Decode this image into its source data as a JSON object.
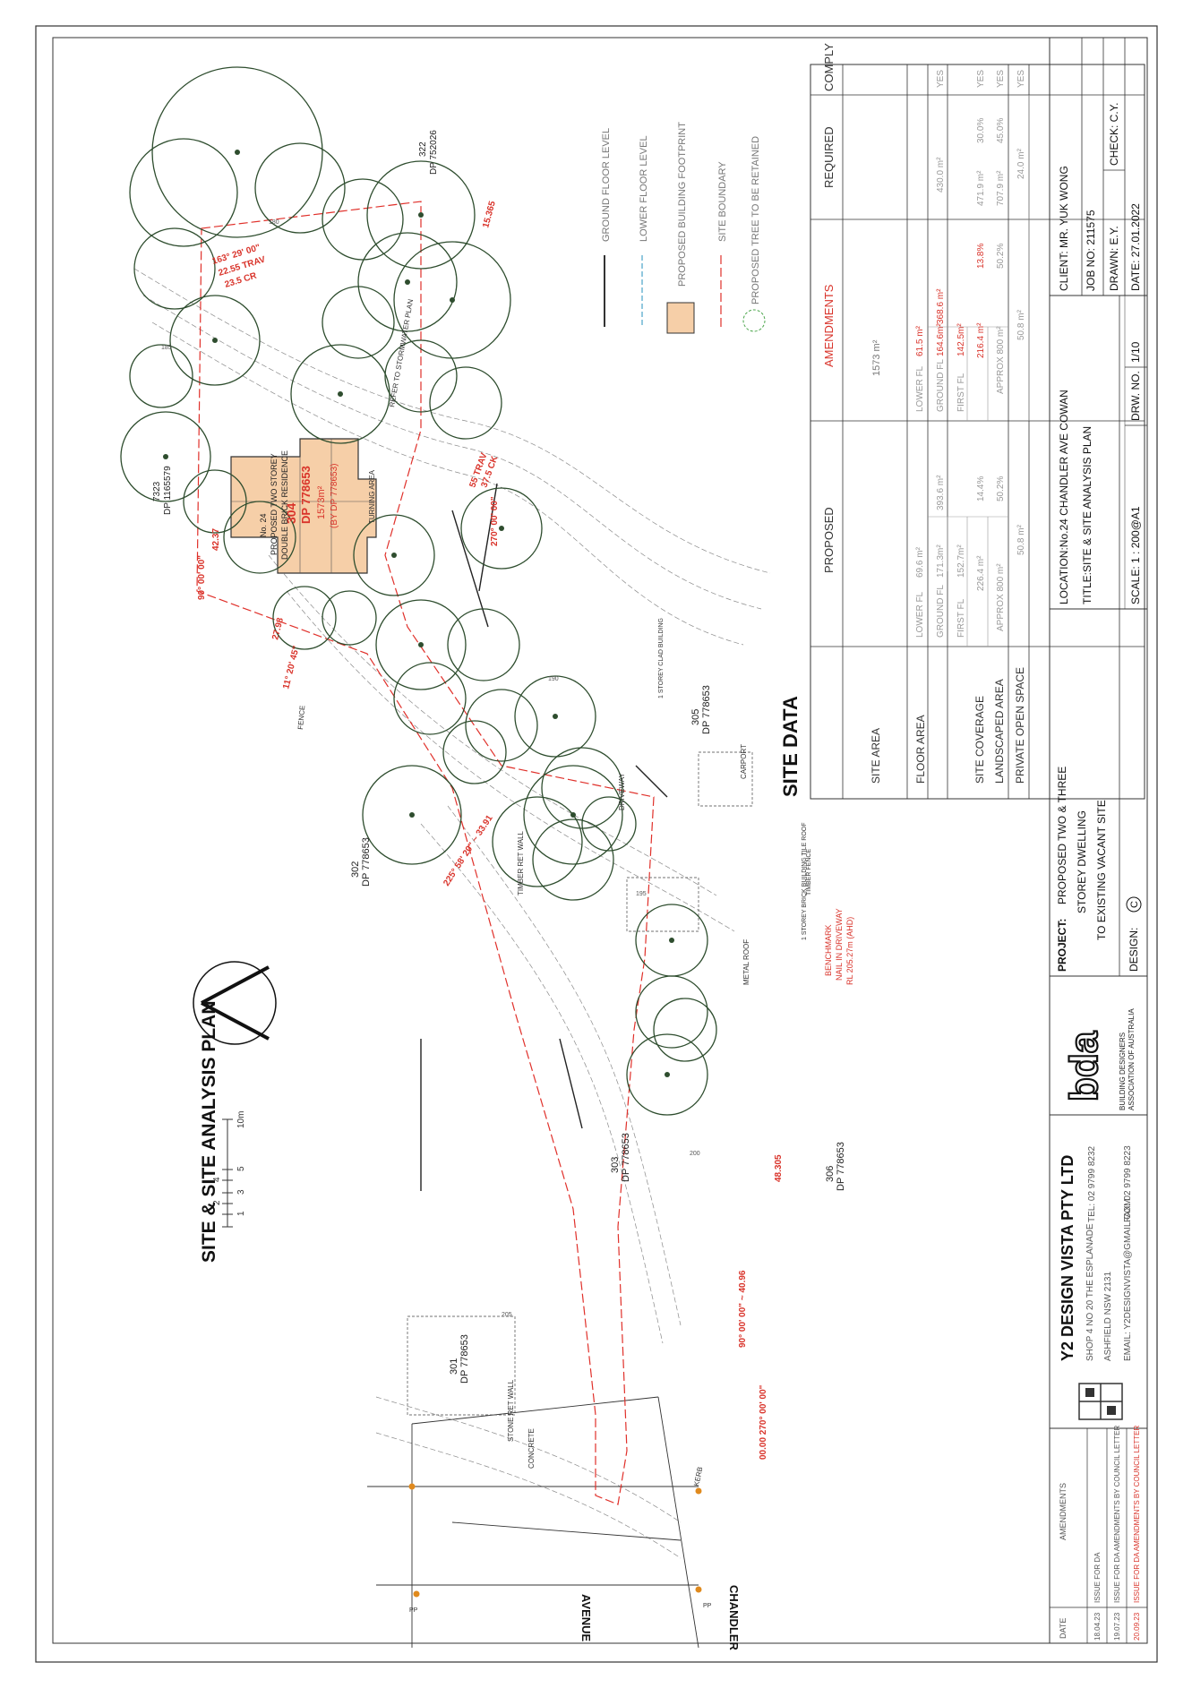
{
  "drawing_title": "SITE & SITE ANALYSIS PLAN",
  "site_data_heading": "SITE DATA",
  "streets": {
    "avenue": "AVENUE",
    "chandler": "CHANDLER"
  },
  "scale_bar": {
    "ticks": [
      "1",
      "2",
      "3",
      "4",
      "5",
      "10m"
    ]
  },
  "legend": [
    {
      "icon": "solid-line-icon",
      "label": "GROUND FLOOR LEVEL"
    },
    {
      "icon": "dashed-line-icon",
      "label": "LOWER FLOOR LEVEL"
    },
    {
      "icon": "filled-rect-icon",
      "label": "PROPOSED BUILDING FOOTPRINT",
      "color": "#f6cfa8"
    },
    {
      "icon": "red-dash-icon",
      "label": "SITE BOUNDARY"
    },
    {
      "icon": "dashed-circle-icon",
      "label": "PROPOSED TREE TO BE RETAINED"
    }
  ],
  "site_table": {
    "headers": {
      "item": "",
      "proposed": "PROPOSED",
      "amendments": "AMENDMENTS",
      "required": "REQUIRED",
      "comply": "COMPLY"
    },
    "site_area": {
      "label": "SITE AREA",
      "amended": "1573 m²"
    },
    "floor_area": {
      "label": "FLOOR AREA",
      "proposed": [
        {
          "name": "LOWER FL",
          "value": "69.6 m²"
        },
        {
          "name": "GROUND FL",
          "value": "171.3m²"
        },
        {
          "name": "FIRST FL",
          "value": "152.7m²"
        }
      ],
      "proposed_total": "393.6 m²",
      "amended": [
        {
          "name": "LOWER FL",
          "value": "61.5 m²"
        },
        {
          "name": "GROUND FL",
          "value": "164.6m²"
        },
        {
          "name": "FIRST FL",
          "value": "142.5m²"
        }
      ],
      "amended_total": "368.6 m²",
      "required": "430.0 m²",
      "comply": "YES"
    },
    "site_coverage": {
      "label": "SITE COVERAGE",
      "proposed": "226.4 m²",
      "proposed_pct": "14.4%",
      "amended": "216.4 m²",
      "amended_pct": "13.8%",
      "required": "471.9 m²",
      "required_pct": "30.0%",
      "comply": "YES"
    },
    "landscaped_area": {
      "label": "LANDSCAPED AREA",
      "proposed": "APPROX 800 m²",
      "proposed_pct": "50.2%",
      "amended": "APPROX 800 m²",
      "amended_pct": "50.2%",
      "required": "707.9 m²",
      "required_pct": "45.0%",
      "comply": "YES"
    },
    "private_open_space": {
      "label": "PRIVATE OPEN SPACE",
      "proposed": "50.8 m²",
      "amended": "50.8 m²",
      "required": "24.0 m²",
      "comply": "YES"
    }
  },
  "amendments_block": {
    "title": "AMENDMENTS",
    "date_label": "DATE",
    "rows": [
      {
        "date": "18.04.23",
        "text": "ISSUE FOR DA",
        "color": "#555555"
      },
      {
        "date": "19.07.23",
        "text": "ISSUE FOR DA AMENDMENTS BY COUNCIL LETTER",
        "color": "#555555"
      },
      {
        "date": "20.09.23",
        "text": "ISSUE FOR DA AMENDMENTS BY COUNCIL LETTER",
        "color": "#d9342b"
      }
    ]
  },
  "company": {
    "name": "Y2 DESIGN VISTA PTY LTD",
    "address1": "SHOP 4 NO 20 THE ESPLANADE",
    "address2": "ASHFIELD NSW 2131",
    "email": "EMAIL: Y2DESIGNVISTA@GMAIL.COM",
    "tel": "TEL:  02 9799 8232",
    "fax": "FAX:  02 9799 8223"
  },
  "bda": {
    "logo": "bda",
    "line1": "BUILDING DESIGNERS",
    "line2": "ASSOCIATION OF AUSTRALIA"
  },
  "title_block": {
    "project_label": "PROJECT:",
    "project_lines": [
      "PROPOSED TWO & THREE",
      "STOREY DWELLING",
      "TO EXISTING VACANT SITE"
    ],
    "design_label": "DESIGN:",
    "design_value": "C",
    "location": "LOCATION:No.24 CHANDLER AVE COWAN",
    "title": "TITLE:SITE & SITE ANALYSIS PLAN",
    "scale": "SCALE:    1 : 200@A1",
    "drw_no": "DRW. NO.",
    "drw_value": "1/10",
    "client": "CLIENT: MR. YUK WONG",
    "job_no": "JOB NO:  211575",
    "drawn": "DRAWN: E.Y.",
    "check": "CHECK: C.Y.",
    "date": "DATE:  27.01.2022"
  },
  "plan_labels": {
    "lot": "304",
    "dp": "DP 778653",
    "area": "1573m²",
    "by_dp": "(BY DP 778653)",
    "house1": "No. 24",
    "house2": "PROPOSED TWO STOREY",
    "house3": "DOUBLE BRICK RESIDENCE",
    "bearing1": "163° 29' 00\"",
    "bearing1b": "22.55 TRAV",
    "bearing1c": "23.5 CR",
    "bearing2": "90° 00' 00\"",
    "bearing2b": "42.37",
    "bearing3": "11° 20' 45\"",
    "bearing3b": "27.98",
    "bearing4": "225° 58' 20\" ~ 33.91",
    "bearing5": "270° 00' 00\"",
    "bearing5b": "55 TRAV",
    "bearing5c": "37.5 CK",
    "bearing6": "90° 00' 00\" ~ 40.96",
    "bearing7": "00.00 270° 00' 00\"",
    "bearing8": "48.305",
    "bearing9": "15.365",
    "benchmark": "BENCHMARK",
    "benchmark2": "NAIL IN DRIVEWAY",
    "benchmark3": "RL 205.27m (AHD)",
    "turning": "TURNING AREA",
    "refer": "REFER TO STORMWATER PLAN",
    "fence": "FENCE",
    "concrete": "CONCRETE",
    "kerb": "KERB",
    "driveway": "DRIVEWAY",
    "timber_ret": "TIMBER RET WALL",
    "stone_ret": "STONE RET WALL",
    "metal_roof": "METAL ROOF",
    "carport": "CARPORT",
    "lot301": "301",
    "lot302": "302",
    "lot303": "303",
    "lot305": "305",
    "lot306": "306",
    "lot322": "322",
    "dp_other": "DP 778653",
    "dp_322": "DP 752026",
    "lot7323": "7323",
    "dp_7323": "DP 1165579",
    "single_storey_clad": "1 STOREY CLAD BUILDING",
    "single_storey_brick": "1 STOREY BRICK BUILDING TILE ROOF",
    "timber_fence": "TIMBER FENCE",
    "pp": "PP",
    "gl1": "190",
    "gl2": "195",
    "gl3": "200",
    "gl4": "205",
    "gl5": "185",
    "gl6": "180"
  }
}
